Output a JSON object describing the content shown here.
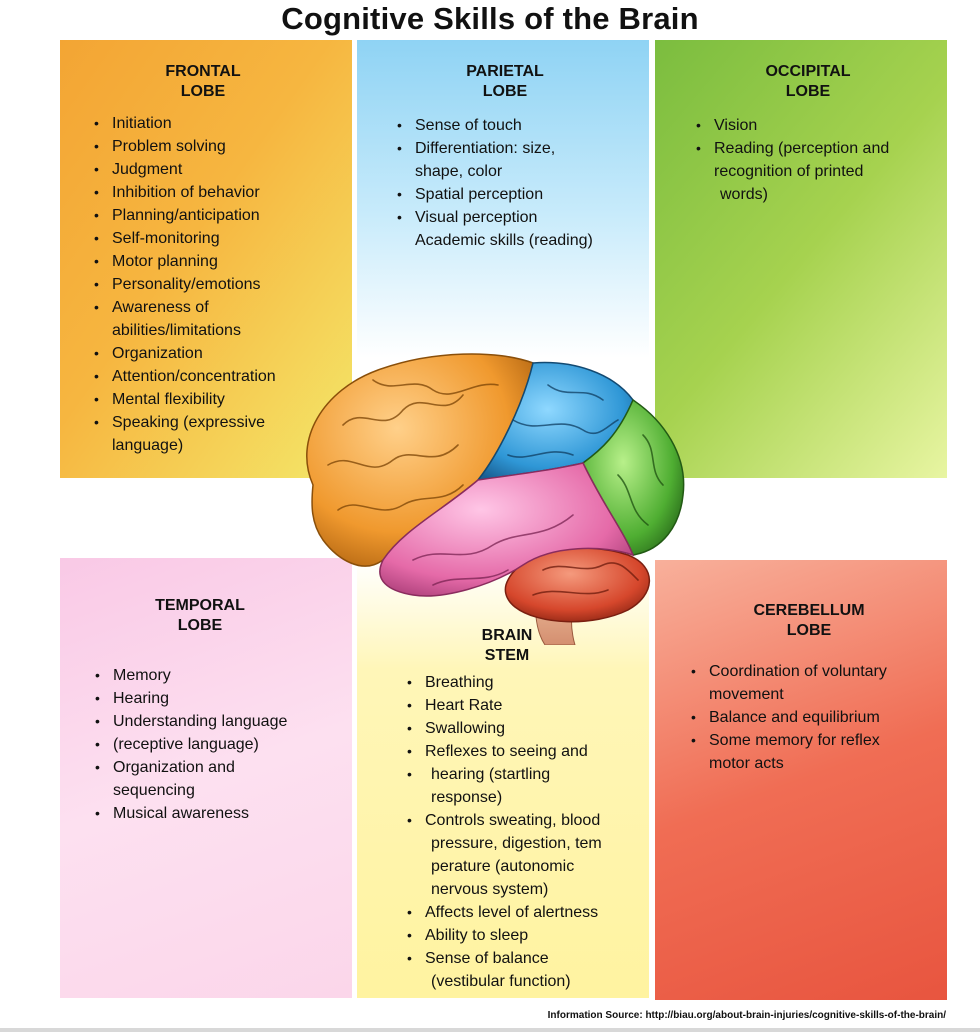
{
  "title": "Cognitive Skills of the Brain",
  "colors": {
    "frontal": "#f3a534",
    "parietal": "#3a9bd8",
    "occipital": "#5bb338",
    "temporal": "#e36aa7",
    "cerebellum": "#d94a2f",
    "stem": "#fff3a0"
  },
  "frontal": {
    "heading": [
      "FRONTAL",
      "LOBE"
    ],
    "items": [
      "Initiation",
      "Problem solving",
      "Judgment",
      "Inhibition of behavior",
      "Planning/anticipation",
      "Self-monitoring",
      "Motor planning",
      "Personality/emotions",
      "Awareness of",
      "abilities/limitations",
      "Organization",
      "Attention/concentration",
      "Mental flexibility",
      "Speaking (expressive",
      "language)"
    ]
  },
  "parietal": {
    "heading": [
      "PARIETAL",
      "LOBE"
    ],
    "items": [
      "Sense of touch",
      "Differentiation: size,",
      "shape, color",
      "Spatial perception",
      "Visual perception",
      "Academic skills (reading)"
    ]
  },
  "occipital": {
    "heading": [
      "OCCIPITAL",
      "LOBE"
    ],
    "items": [
      "Vision",
      "Reading (perception and",
      "recognition of printed",
      "words)"
    ]
  },
  "temporal": {
    "heading": [
      "TEMPORAL",
      "LOBE"
    ],
    "items": [
      "Memory",
      "Hearing",
      "Understanding language",
      "(receptive language)",
      "Organization and",
      "sequencing",
      "Musical awareness"
    ]
  },
  "stem": {
    "heading": [
      "BRAIN",
      "STEM"
    ],
    "items": [
      "Breathing",
      "Heart Rate",
      "Swallowing",
      "Reflexes to seeing and",
      "hearing (startling",
      "response)",
      "Controls sweating, blood",
      "pressure, digestion, tem",
      "perature (autonomic",
      "nervous system)",
      "Affects level of alertness",
      "Ability to sleep",
      "Sense of balance",
      "(vestibular function)"
    ]
  },
  "cerebellum": {
    "heading": [
      "CEREBELLUM",
      "LOBE"
    ],
    "items": [
      "Coordination of voluntary",
      "movement",
      "Balance and equilibrium",
      "Some memory for reflex",
      "motor acts"
    ]
  },
  "source": "Information Source:  http://biau.org/about-brain-injuries/cognitive-skills-of-the-brain/"
}
